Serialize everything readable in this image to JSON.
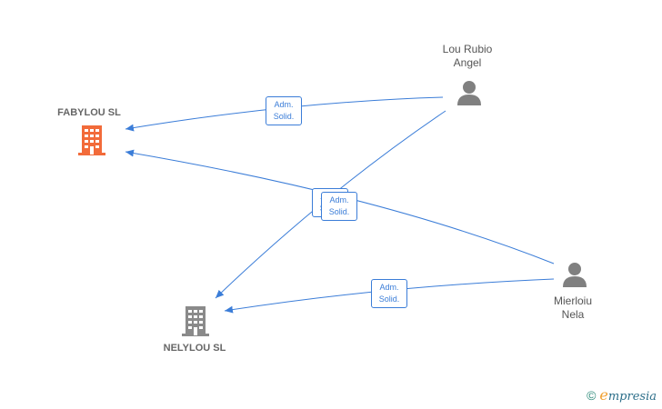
{
  "nodes": {
    "fabylou": {
      "label": "FABYLOU  SL",
      "color": "#f26b3a"
    },
    "nelylou": {
      "label": "NELYLOU  SL",
      "color": "#8a8a8a"
    },
    "lou_rubio": {
      "label_line1": "Lou Rubio",
      "label_line2": "Angel"
    },
    "mierloiu": {
      "label_line1": "Mierloiu",
      "label_line2": "Nela"
    }
  },
  "relations": [
    {
      "line1": "Adm.",
      "line2": "Solid."
    },
    {
      "line1": "Adm.",
      "line2": "Solid."
    },
    {
      "line1": "Adm.",
      "line2": "Solid."
    },
    {
      "line1": "Adm.",
      "line2": "Solid."
    }
  ],
  "colors": {
    "edge": "#3b7dd8",
    "person": "#808080"
  },
  "brand": {
    "copyright": "©",
    "name": "mpresia",
    "initial": "e"
  }
}
